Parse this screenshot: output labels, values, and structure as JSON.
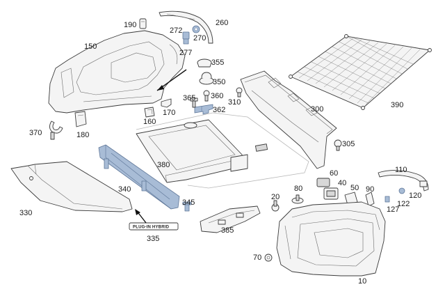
{
  "callouts": {
    "c10": "10",
    "c20": "20",
    "c40": "40",
    "c50": "50",
    "c60": "60",
    "c70": "70",
    "c80": "80",
    "c90": "90",
    "c110": "110",
    "c120": "120",
    "c122": "122",
    "c127": "127",
    "c150": "150",
    "c160": "160",
    "c170": "170",
    "c180": "180",
    "c190": "190",
    "c260": "260",
    "c270": "270",
    "c272": "272",
    "c277": "277",
    "c300": "300",
    "c305": "305",
    "c310": "310",
    "c330": "330",
    "c335": "335",
    "c340": "340",
    "c345": "345",
    "c350": "350",
    "c355": "355",
    "c360": "360",
    "c362": "362",
    "c365": "365",
    "c370": "370",
    "c380": "380",
    "c385": "385",
    "c390": "390"
  },
  "badge": {
    "text": "PLUG-IN HYBRID"
  },
  "colors": {
    "line": "#3a3a3a",
    "fill": "#f4f4f4",
    "highlight": "#a8bcd6"
  }
}
